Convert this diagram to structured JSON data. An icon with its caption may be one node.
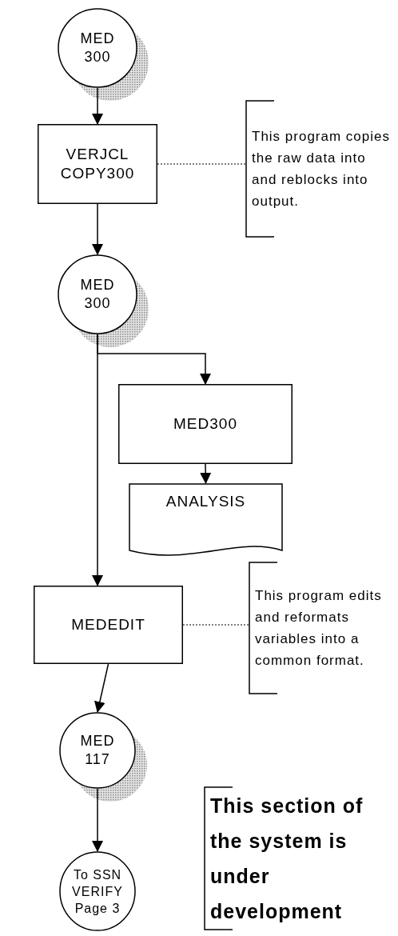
{
  "diagram": {
    "nodes": [
      {
        "text": [
          "MED 300"
        ]
      },
      {
        "text": [
          "VERJCL COPY300"
        ]
      },
      {
        "text": [
          "This program copies the raw data into and reblocks into output."
        ]
      },
      {
        "text": [
          "MED 300"
        ]
      },
      {
        "text": [
          "MED300"
        ]
      },
      {
        "text": [
          "ANALYSIS"
        ]
      },
      {
        "text": [
          "MEDEDIT"
        ]
      },
      {
        "text": [
          "This program edits and reformats variables into a common format."
        ]
      },
      {
        "text": [
          "MED 117"
        ]
      },
      {
        "text": [
          "To SSN VERIFY Page 3"
        ]
      },
      {
        "text": [
          "This section of the system is under development"
        ]
      }
    ],
    "edges": [
      {
        "from": 0,
        "to": 1,
        "arrow": "to"
      },
      {
        "from": 1,
        "to": 2,
        "arrow": "none",
        "style": "dashed"
      },
      {
        "from": 1,
        "to": 3,
        "arrow": "to"
      },
      {
        "from": 3,
        "to": 4,
        "arrow": "to"
      },
      {
        "from": 4,
        "to": 5,
        "arrow": "to"
      },
      {
        "from": 3,
        "to": 6,
        "arrow": "to"
      },
      {
        "from": 6,
        "to": 7,
        "arrow": "none",
        "style": "dashed"
      },
      {
        "from": 6,
        "to": 8,
        "arrow": "to"
      },
      {
        "from": 8,
        "to": 9,
        "arrow": "to"
      }
    ]
  }
}
